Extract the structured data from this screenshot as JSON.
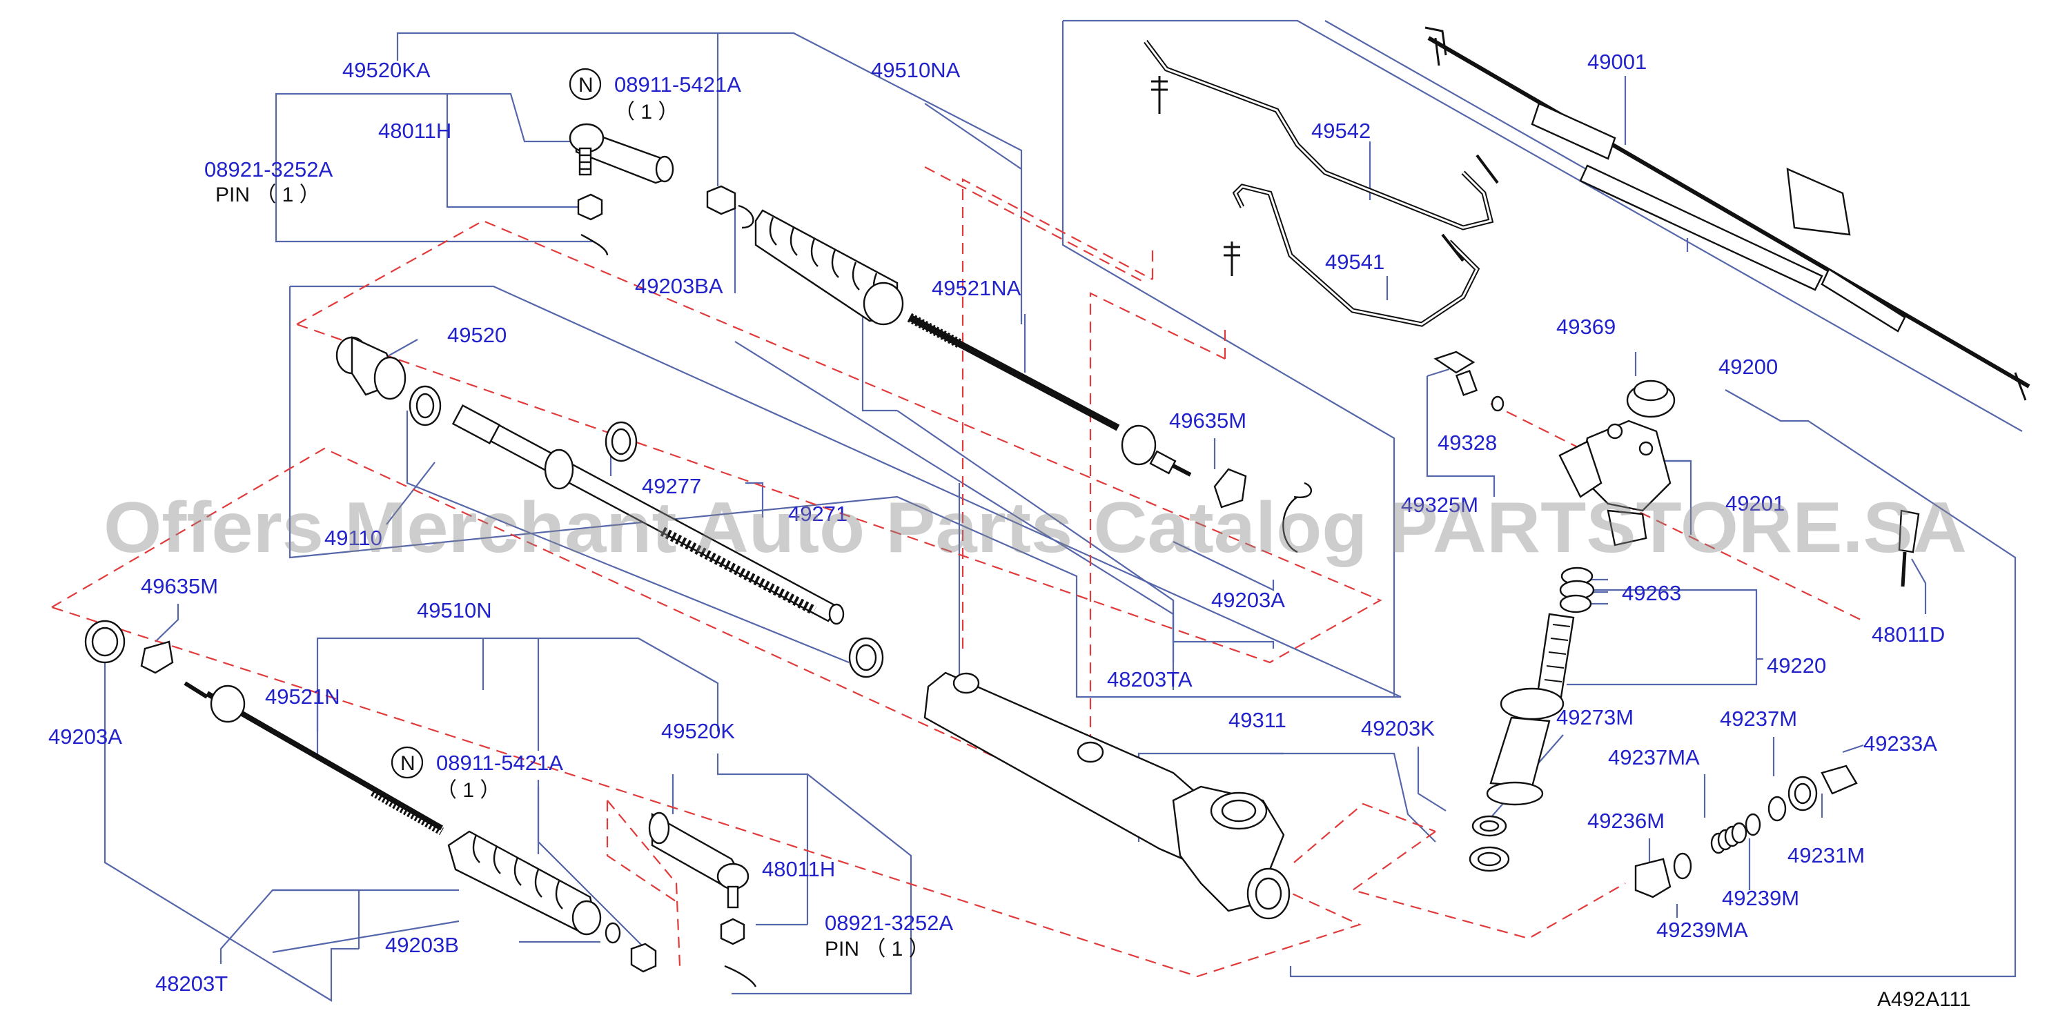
{
  "diagram_id": "A492A111",
  "watermark": "Offers Merchant Auto Parts Catalog PARTSTORE.SA",
  "labels": {
    "p49520KA": "49520KA",
    "p48011H_top": "48011H",
    "p08921_top": "08921-3252A",
    "pin_top": "PIN （ 1 ）",
    "n_top": "N",
    "p08911_top": "08911-5421A",
    "qty_top": "（ 1 ）",
    "p49510NA": "49510NA",
    "p49203BA": "49203BA",
    "p49521NA": "49521NA",
    "p49520": "49520",
    "p49277": "49277",
    "p49271": "49271",
    "p49110": "49110",
    "p49635M_mid": "49635M",
    "p49203A_mid": "49203A",
    "p48203TA": "48203TA",
    "p49542": "49542",
    "p49541": "49541",
    "p49001": "49001",
    "p49200": "49200",
    "p49369": "49369",
    "p49328": "49328",
    "p49325M": "49325M",
    "p49201": "49201",
    "p49263": "49263",
    "p48011D": "48011D",
    "p49220": "49220",
    "p49635M_left": "49635M",
    "p49203A_left": "49203A",
    "p49510N": "49510N",
    "p49521N": "49521N",
    "n_bot": "N",
    "p08911_bot": "08911-5421A",
    "qty_bot": "（ 1 ）",
    "p49520K": "49520K",
    "p48011H_bot": "48011H",
    "p08921_bot": "08921-3252A",
    "pin_bot": "PIN （ 1 ）",
    "p49203B": "49203B",
    "p48203T": "48203T",
    "p49311": "49311",
    "p49203K": "49203K",
    "p49273M": "49273M",
    "p49237M": "49237M",
    "p49237MA": "49237MA",
    "p49233A": "49233A",
    "p49236M": "49236M",
    "p49231M": "49231M",
    "p49239M": "49239M",
    "p49239MA": "49239MA"
  }
}
